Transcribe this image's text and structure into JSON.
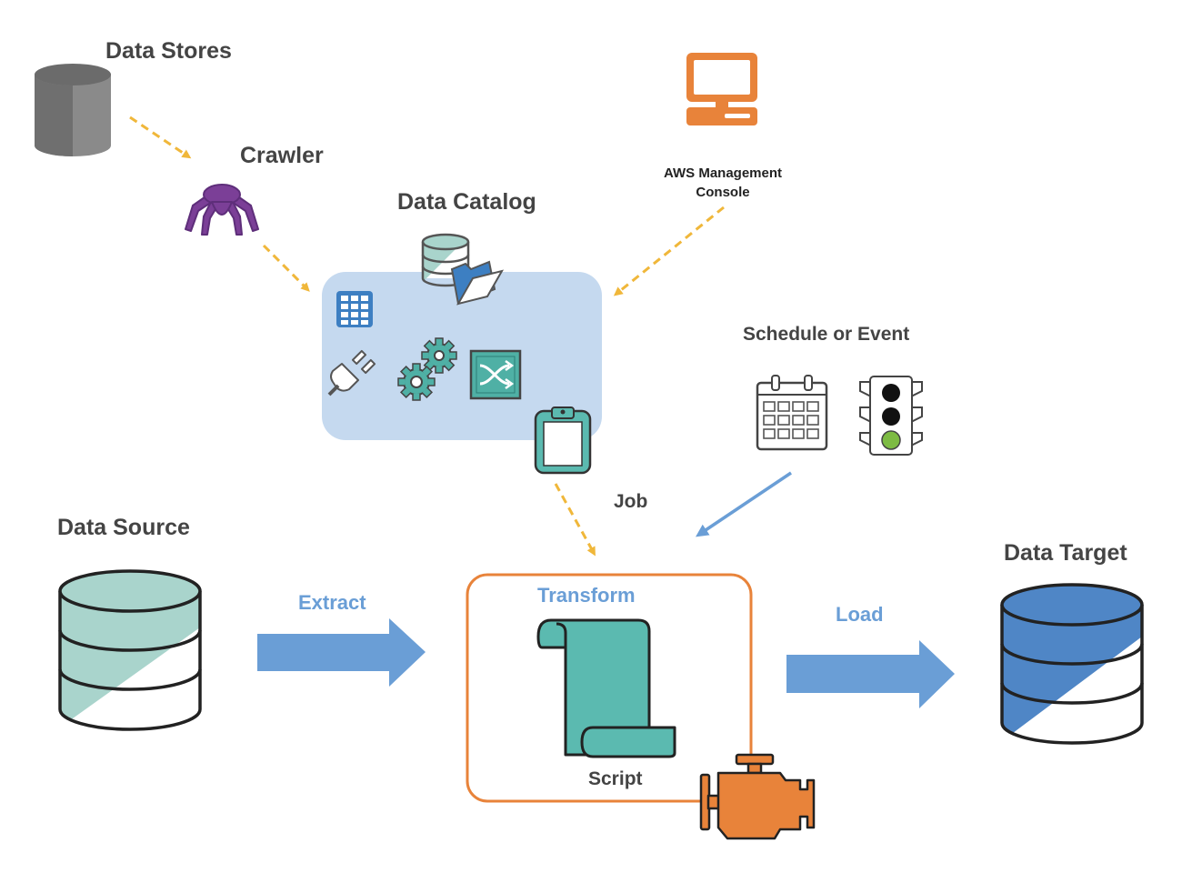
{
  "labels": {
    "data_stores": "Data Stores",
    "crawler": "Crawler",
    "data_catalog": "Data Catalog",
    "aws_console_line1": "AWS Management",
    "aws_console_line2": "Console",
    "schedule_or_event": "Schedule or Event",
    "job": "Job",
    "data_source": "Data Source",
    "extract": "Extract",
    "transform": "Transform",
    "script": "Script",
    "load": "Load",
    "data_target": "Data Target"
  },
  "colors": {
    "arrow_dashed": "#f0b73a",
    "arrow_blue": "#6a9ed6",
    "catalog_panel": "#c5d9ef",
    "teal": "#5bbab0",
    "orange": "#e8833a",
    "purple": "#7b3f97",
    "target_blue": "#4f86c6",
    "source_teal": "#a9d4cc",
    "storage_gray": "#8a8a8a"
  },
  "icons": [
    "storage-cylinder-icon",
    "spider-icon",
    "computer-monitor-icon",
    "database-icon",
    "folder-icon",
    "table-grid-icon",
    "plug-icon",
    "gears-icon",
    "shuffle-icon",
    "clipboard-icon",
    "calendar-icon",
    "traffic-light-icon",
    "script-scroll-icon",
    "engine-icon"
  ]
}
